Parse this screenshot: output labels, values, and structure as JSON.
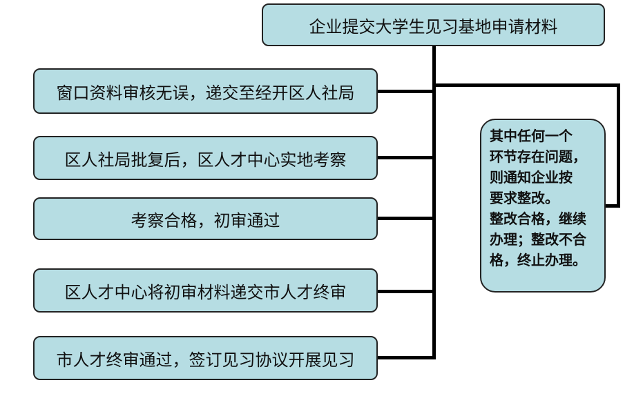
{
  "top": {
    "label": "企业提交大学生见习基地申请材料"
  },
  "steps": [
    {
      "label": "窗口资料审核无误，递交至经开区人社局"
    },
    {
      "label": "区人社局批复后，区人才中心实地考察"
    },
    {
      "label": "考察合格，初审通过"
    },
    {
      "label": "区人才中心将初审材料递交市人才终审"
    },
    {
      "label": "市人才终审通过，签订见习协议开展见习"
    }
  ],
  "note": {
    "lines": [
      "其中任何一个",
      "环节存在问题，",
      "则通知企业按",
      "要求整改。",
      "整改合格，继续",
      "办理；整改不合",
      "格，终止办理。"
    ]
  }
}
